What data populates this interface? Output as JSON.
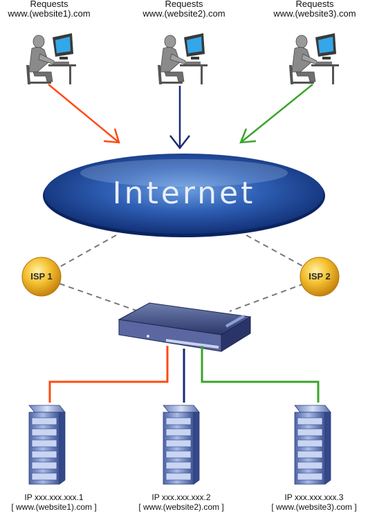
{
  "requests": [
    {
      "title": "Requests",
      "url": "www.(website1).com",
      "arrow_color": "#ff4a12"
    },
    {
      "title": "Requests",
      "url": "www.(website2).com",
      "arrow_color": "#1a2a7a"
    },
    {
      "title": "Requests",
      "url": "www.(website3).com",
      "arrow_color": "#3aa52a"
    }
  ],
  "internet": {
    "label": "Internet"
  },
  "isps": [
    {
      "label": "ISP 1"
    },
    {
      "label": "ISP 2"
    }
  ],
  "servers": [
    {
      "ip": "IP xxx.xxx.xxx.1",
      "url": "[ www.(website1).com ]",
      "link_color": "#ff4a12"
    },
    {
      "ip": "IP xxx.xxx.xxx.2",
      "url": "[ www.(website2).com ]",
      "link_color": "#1a2a7a"
    },
    {
      "ip": "IP xxx.xxx.xxx.3",
      "url": "[ www.(website3).com ]",
      "link_color": "#3aa52a"
    }
  ],
  "colors": {
    "internet_dark": "#0d2a6e",
    "internet_light": "#6a9ee0",
    "isp_fill": "#f0b020",
    "server_body": "#7f95c8"
  },
  "icons": [
    "user-at-computer-icon",
    "router-icon",
    "server-icon"
  ]
}
